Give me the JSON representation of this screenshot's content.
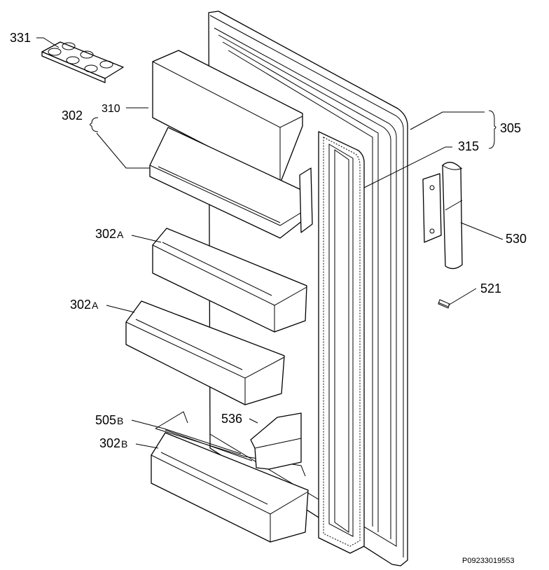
{
  "labels": {
    "l331": "331",
    "l302": "302",
    "l310": "310",
    "l305": "305",
    "l315": "315",
    "l530": "530",
    "l521": "521",
    "l302a_1": "302",
    "l302a_1s": "A",
    "l302a_2": "302",
    "l302a_2s": "A",
    "l505b": "505",
    "l505bs": "B",
    "l536": "536",
    "l302b": "302",
    "l302bs": "B"
  },
  "drawing_code": "P09233019553"
}
